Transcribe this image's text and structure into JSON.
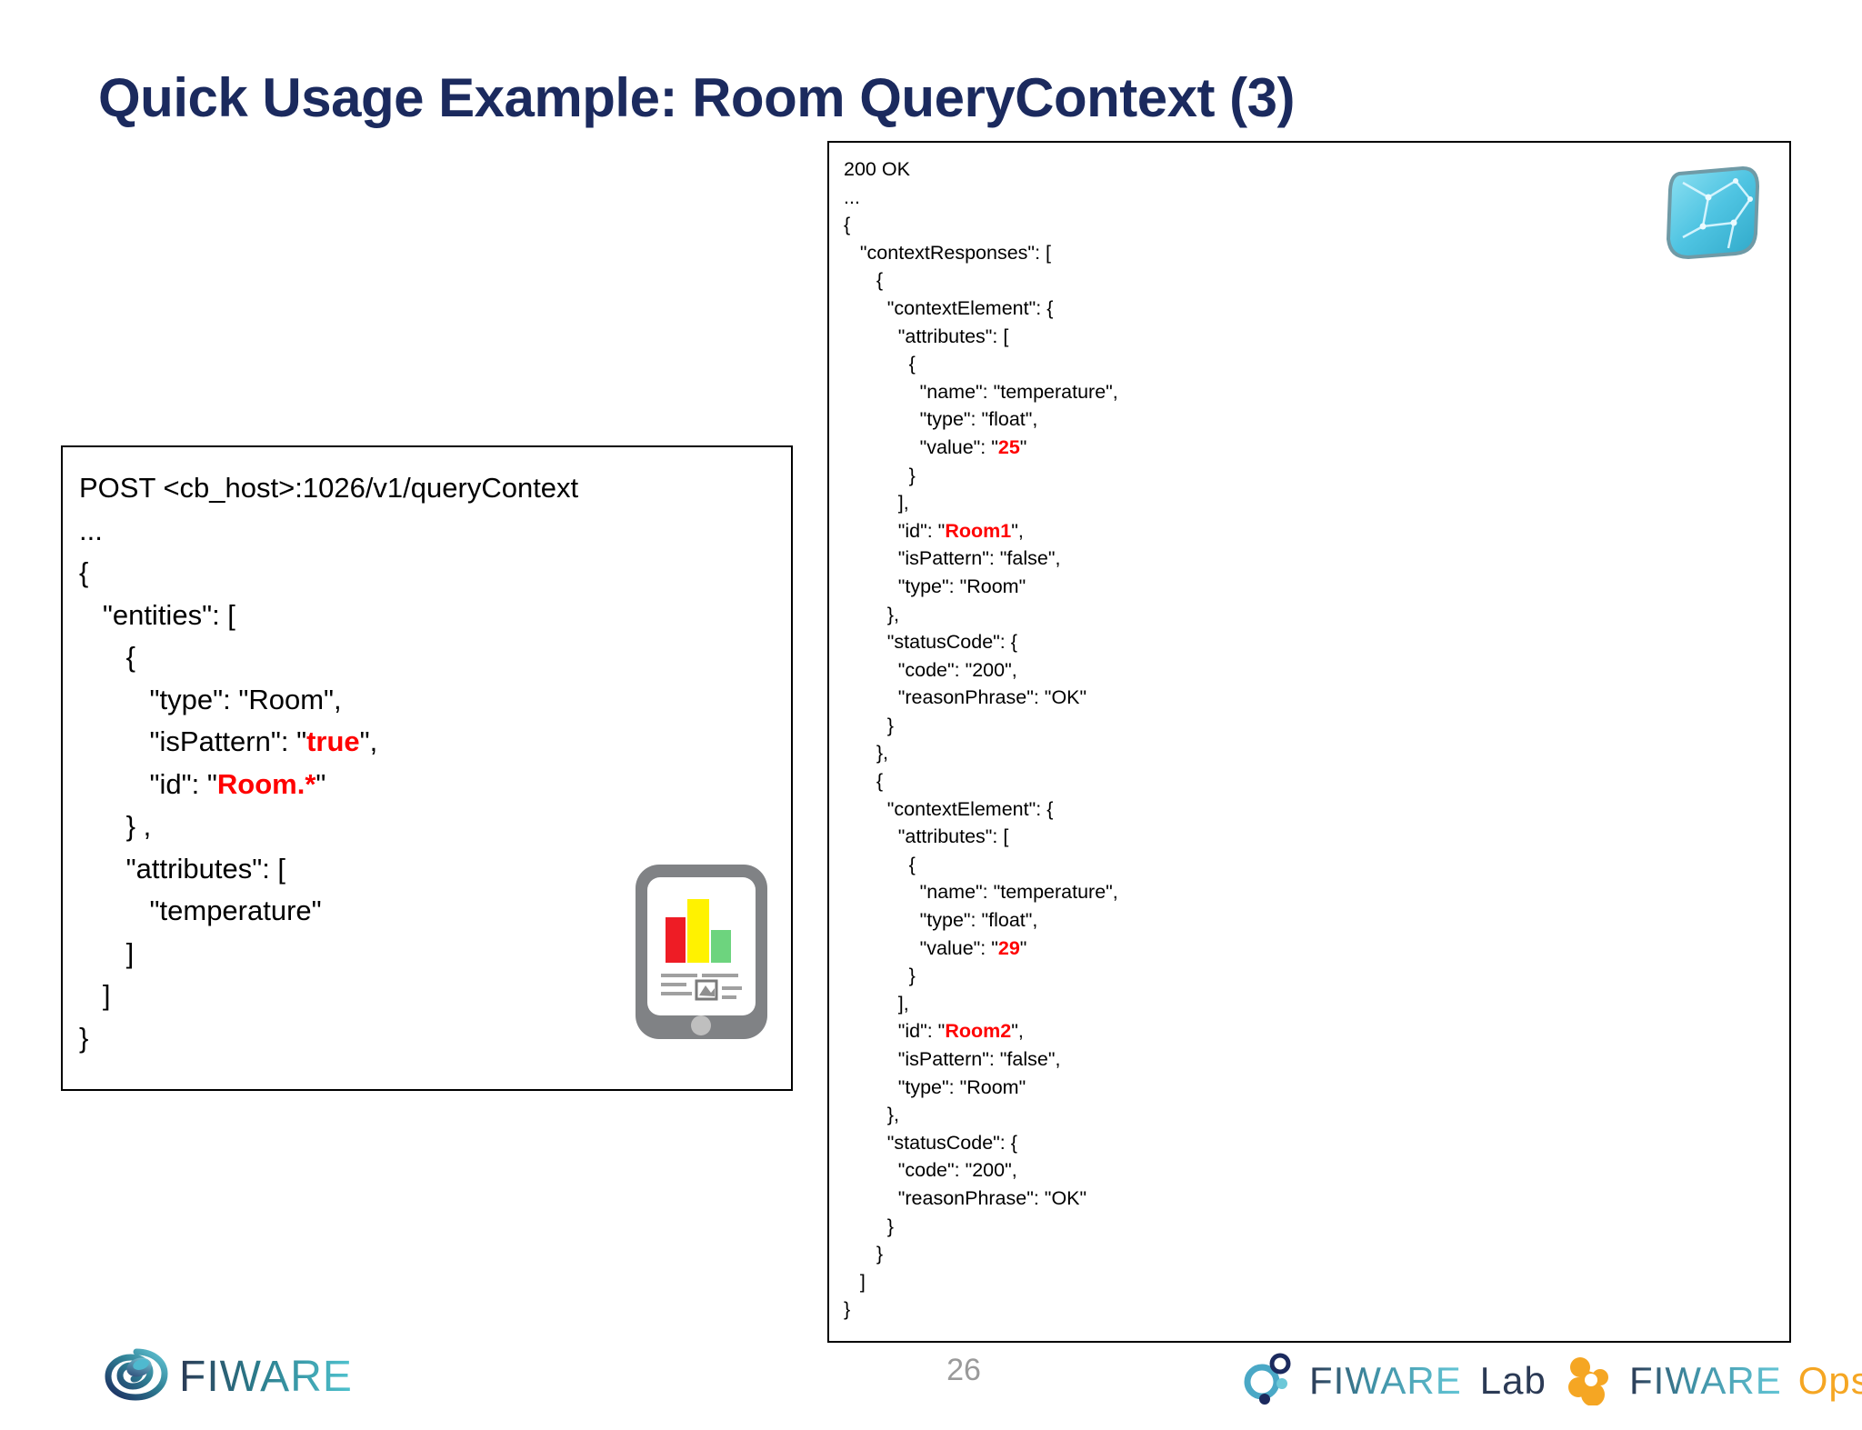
{
  "slide": {
    "title": "Quick Usage Example: Room QueryContext (3)",
    "title_color": "#1b2a5e",
    "page_number": "26",
    "highlight_color": "#ff0000"
  },
  "request_box": {
    "name": "queryContext-request",
    "lines": [
      {
        "text": "POST <cb_host>:1026/v1/queryContext",
        "highlight": null
      },
      {
        "text": "...",
        "highlight": null
      },
      {
        "text": "{",
        "highlight": null
      },
      {
        "text": "   \"entities\": [",
        "highlight": null
      },
      {
        "text": "      {",
        "highlight": null
      },
      {
        "text": "         \"type\": \"Room\",",
        "highlight": null
      },
      {
        "pre": "         \"isPattern\": \"",
        "highlight": "true",
        "post": "\","
      },
      {
        "pre": "         \"id\": \"",
        "highlight": "Room.*",
        "post": "\""
      },
      {
        "text": "      } ,",
        "highlight": null
      },
      {
        "text": "      \"attributes\": [",
        "highlight": null
      },
      {
        "text": "         \"temperature\"",
        "highlight": null
      },
      {
        "text": "      ]",
        "highlight": null
      },
      {
        "text": "   ]",
        "highlight": null
      },
      {
        "text": "}",
        "highlight": null
      }
    ]
  },
  "response_box": {
    "name": "queryContext-response",
    "lines": [
      {
        "text": "200 OK",
        "highlight": null
      },
      {
        "text": "...",
        "highlight": null
      },
      {
        "text": "{",
        "highlight": null
      },
      {
        "text": "   \"contextResponses\": [",
        "highlight": null
      },
      {
        "text": "      {",
        "highlight": null
      },
      {
        "text": "        \"contextElement\": {",
        "highlight": null
      },
      {
        "text": "          \"attributes\": [",
        "highlight": null
      },
      {
        "text": "            {",
        "highlight": null
      },
      {
        "text": "              \"name\": \"temperature\",",
        "highlight": null
      },
      {
        "text": "              \"type\": \"float\",",
        "highlight": null
      },
      {
        "pre": "              \"value\": \"",
        "highlight": "25",
        "post": "\""
      },
      {
        "text": "            }",
        "highlight": null
      },
      {
        "text": "          ],",
        "highlight": null
      },
      {
        "pre": "          \"id\": \"",
        "highlight": "Room1",
        "post": "\","
      },
      {
        "text": "          \"isPattern\": \"false\",",
        "highlight": null
      },
      {
        "text": "          \"type\": \"Room\"",
        "highlight": null
      },
      {
        "text": "        },",
        "highlight": null
      },
      {
        "text": "        \"statusCode\": {",
        "highlight": null
      },
      {
        "text": "          \"code\": \"200\",",
        "highlight": null
      },
      {
        "text": "          \"reasonPhrase\": \"OK\"",
        "highlight": null
      },
      {
        "text": "        }",
        "highlight": null
      },
      {
        "text": "      },",
        "highlight": null
      },
      {
        "text": "      {",
        "highlight": null
      },
      {
        "text": "        \"contextElement\": {",
        "highlight": null
      },
      {
        "text": "          \"attributes\": [",
        "highlight": null
      },
      {
        "text": "            {",
        "highlight": null
      },
      {
        "text": "              \"name\": \"temperature\",",
        "highlight": null
      },
      {
        "text": "              \"type\": \"float\",",
        "highlight": null
      },
      {
        "pre": "              \"value\": \"",
        "highlight": "29",
        "post": "\""
      },
      {
        "text": "            }",
        "highlight": null
      },
      {
        "text": "          ],",
        "highlight": null
      },
      {
        "pre": "          \"id\": \"",
        "highlight": "Room2",
        "post": "\","
      },
      {
        "text": "          \"isPattern\": \"false\",",
        "highlight": null
      },
      {
        "text": "          \"type\": \"Room\"",
        "highlight": null
      },
      {
        "text": "        },",
        "highlight": null
      },
      {
        "text": "        \"statusCode\": {",
        "highlight": null
      },
      {
        "text": "          \"code\": \"200\",",
        "highlight": null
      },
      {
        "text": "          \"reasonPhrase\": \"OK\"",
        "highlight": null
      },
      {
        "text": "        }",
        "highlight": null
      },
      {
        "text": "      }",
        "highlight": null
      },
      {
        "text": "   ]",
        "highlight": null
      },
      {
        "text": "}",
        "highlight": null
      }
    ]
  },
  "icons": {
    "context_broker": "context-broker-icon",
    "device": "mobile-device-chart-icon"
  },
  "footer": {
    "fiware_logo": {
      "mark": "fiware-swirl-icon",
      "wordmark": "FIWARE"
    },
    "fiware_lab_logo": {
      "mark": "fiware-lab-dots-icon",
      "wordmark": "FIWARE",
      "suffix": "Lab"
    },
    "fiware_ops_logo": {
      "mark": "fiware-ops-molecule-icon",
      "wordmark": "FIWARE",
      "suffix": "Ops"
    }
  }
}
